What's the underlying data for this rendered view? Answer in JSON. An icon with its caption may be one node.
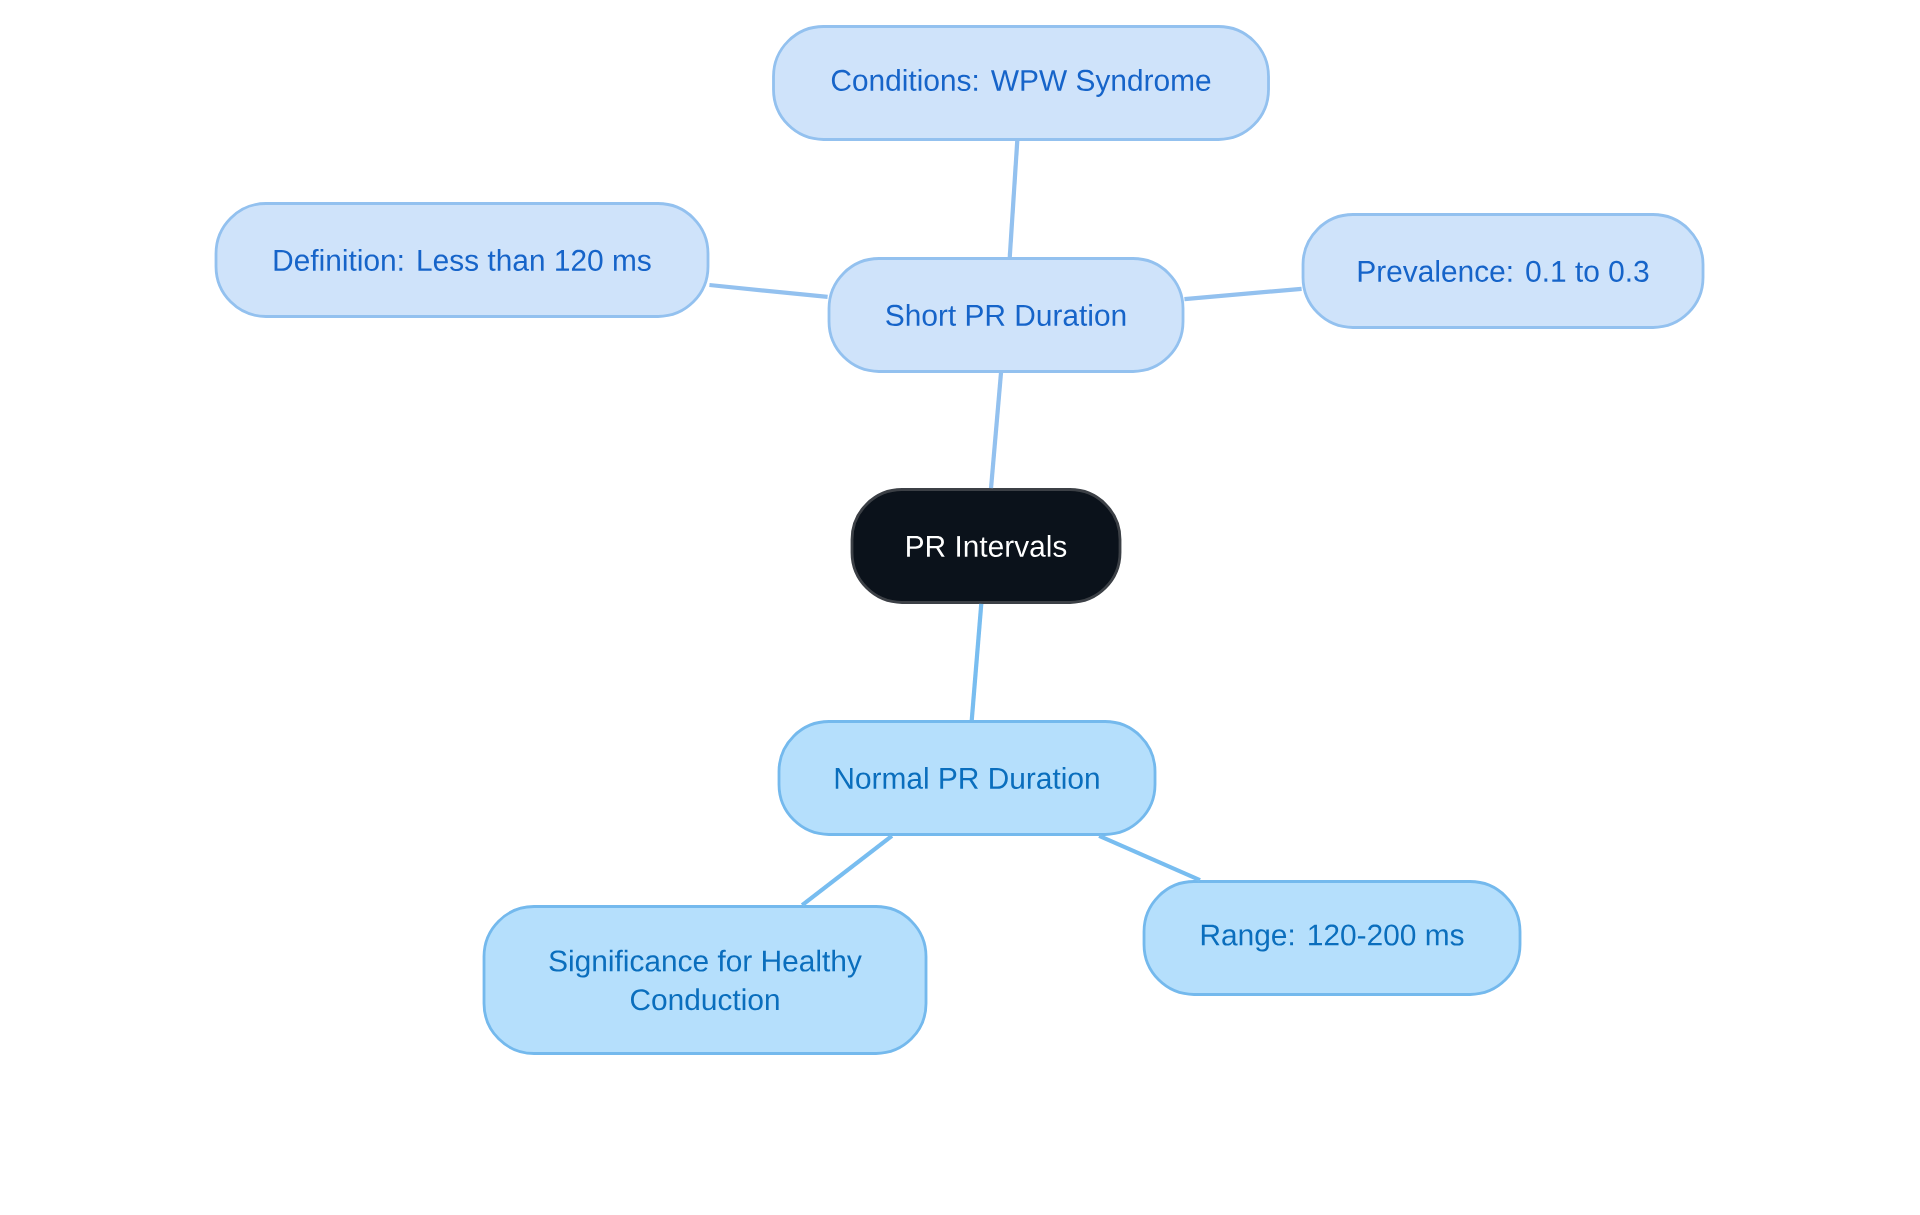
{
  "diagram": {
    "nodes": [
      {
        "text": [
          "PR Intervals"
        ]
      },
      {
        "text": [
          "Short PR Duration"
        ]
      },
      {
        "text": [
          "Conditions: WPW Syndrome"
        ]
      },
      {
        "text": [
          "Definition: Less than 120 ms"
        ]
      },
      {
        "text": [
          "Prevalence: 0.1 to 0.3"
        ]
      },
      {
        "text": [
          "Normal PR Duration"
        ]
      },
      {
        "text": [
          "Significance for Healthy Conduction"
        ]
      },
      {
        "text": [
          "Range: 120-200 ms"
        ]
      }
    ],
    "edges": [
      {
        "from": 0,
        "to": 1,
        "arrow": "none"
      },
      {
        "from": 1,
        "to": 2,
        "arrow": "none"
      },
      {
        "from": 1,
        "to": 3,
        "arrow": "none"
      },
      {
        "from": 1,
        "to": 4,
        "arrow": "none"
      },
      {
        "from": 0,
        "to": 5,
        "arrow": "none",
        "color": "#78bdf0"
      },
      {
        "from": 5,
        "to": 6,
        "arrow": "none",
        "color": "#78bdf0"
      },
      {
        "from": 5,
        "to": 7,
        "arrow": "none",
        "color": "#78bdf0"
      }
    ]
  }
}
